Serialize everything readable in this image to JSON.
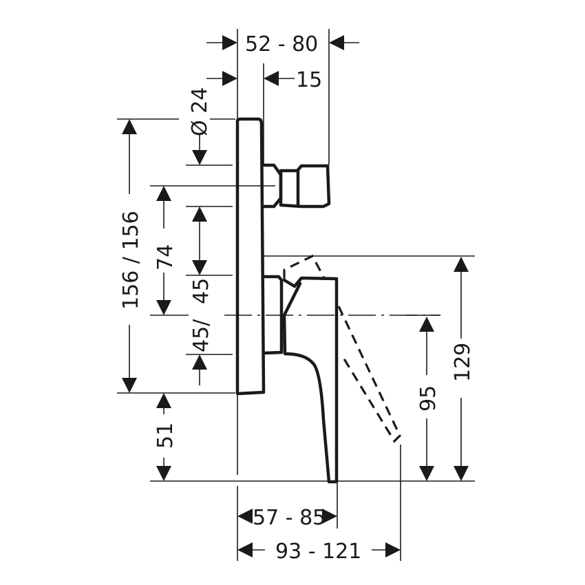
{
  "drawing": {
    "title": "Concealed bath/shower mixer dimensional drawing",
    "units": "mm",
    "dimensions": {
      "depth_range_top": "52 - 80",
      "spout_offset": "15",
      "outlet_diameter": "Ø 24",
      "plate_height": "156 / 156",
      "upper_to_center": "74",
      "upper_45": "45",
      "lower_45": "45/",
      "below_plate": "51",
      "handle_up_height": "129",
      "center_height": "95",
      "handle_depth": "57 - 85",
      "handle_depth_open": "93 - 121"
    }
  }
}
